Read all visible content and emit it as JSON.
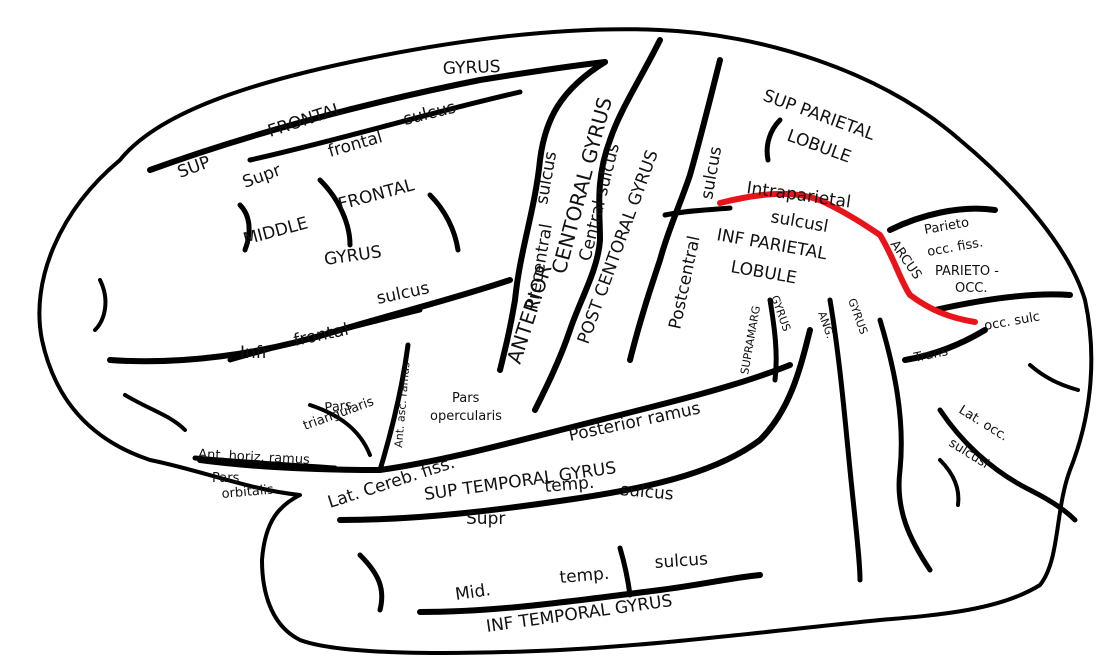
{
  "colors": {
    "outline": "#000000",
    "highlight": "#e8141a",
    "background": "#ffffff"
  },
  "labels": {
    "gyrus_top": "GYRUS",
    "sup": "SUP",
    "frontal_upper": "FRONTAL",
    "supr": "Supr",
    "frontal_sulcus_word": "frontal",
    "sulcus_top": "sulcus",
    "middle": "MIDDLE",
    "frontal_mid": "FRONTAL",
    "gyrus_mid": "GYRUS",
    "infr": "Infr",
    "frontal_infr": "frontal",
    "sulcus_infr": "sulcus",
    "precentral_upper": "sulcus",
    "precentral": "Precentral",
    "anterior": "ANTERIOR",
    "centoral_gyrus_a": "CENTORAL GYRUS",
    "central_sulcus": "Central sulcus",
    "post_centoral": "POST CENTORAL GYRUS",
    "postcentral_sulcus_upper": "sulcus",
    "postcentral": "Postcentral",
    "sup_parietal": "SUP PARIETAL",
    "lobule_top": "LOBULE",
    "intraparietal": "Intraparietal",
    "sulcus_intra": "sulcus",
    "sulcus_i": "sulcusl",
    "inf_parietal": "INF PARIETAL",
    "lobule_inf": "LOBULE",
    "supramarg": "SUPRAMARG",
    "gyrus_supramarg": "GYRUS",
    "ang": "ANG.",
    "gyrus_ang": "GYRUS",
    "parieto": "Parieto",
    "occ_fiss": "occ. fiss.",
    "arcus": "ARCUS",
    "parieto_occ": "PARIETO -",
    "occ": "OCC.",
    "trans": "Trans",
    "occ_sulc": "occ. sulc",
    "lat_occ": "Lat. occ.",
    "sulcus_latocc": "sulcusl",
    "pars_triangularis_a": "Pars",
    "pars_triangularis_b": "triangularis",
    "ant_asc_ramus": "Ant. asc. ramus",
    "pars_opercularis_a": "Pars",
    "pars_opercularis_b": "opercularis",
    "ant_horiz_ramus": "Ant. horiz. ramus",
    "pars_orbitalis_a": "Pars",
    "pars_orbitalis_b": "orbitalis",
    "lat_cereb_fiss": "Lat. Cereb. fiss.",
    "posterior_ramus": "Posterior  ramus",
    "sup_temporal_gyrus": "SUP TEMPORAL GYRUS",
    "supr_temp": "Supr",
    "temp": "temp.",
    "sulcus_temp": "sulcus",
    "mid": "Mid.",
    "temp_mid": "temp.",
    "sulcus_mid": "sulcus",
    "inf_temporal_gyrus": "INF  TEMPORAL GYRUS"
  }
}
